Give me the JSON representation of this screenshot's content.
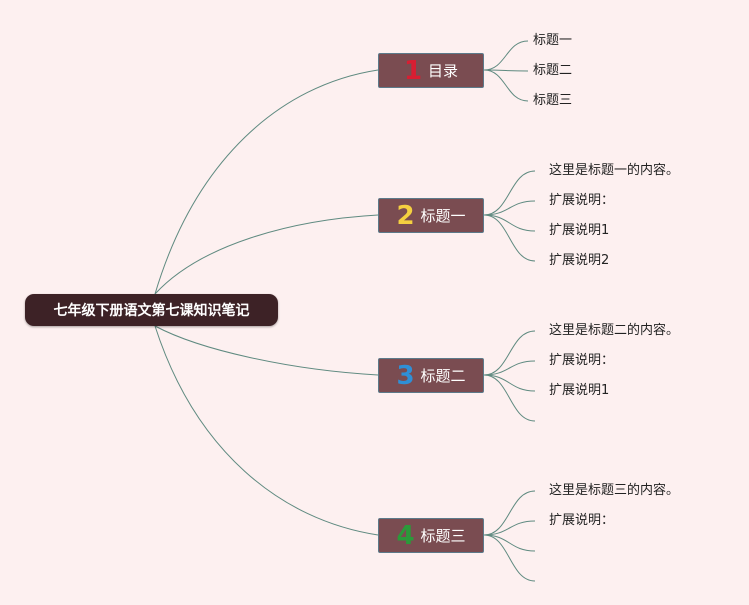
{
  "root": {
    "label": "七年级下册语文第七课知识笔记"
  },
  "branches": [
    {
      "number": "1",
      "number_color": "#d81e32",
      "label": "目录",
      "leaves": [
        "标题一",
        "标题二",
        "标题三"
      ]
    },
    {
      "number": "2",
      "number_color": "#f5d040",
      "label": "标题一",
      "leaves": [
        "这里是标题一的内容。",
        "扩展说明：",
        "扩展说明1",
        "扩展说明2"
      ]
    },
    {
      "number": "3",
      "number_color": "#2f8fd6",
      "label": "标题二",
      "leaves": [
        "这里是标题二的内容。",
        "扩展说明：",
        "扩展说明1",
        ""
      ]
    },
    {
      "number": "4",
      "number_color": "#2b9a3a",
      "label": "标题三",
      "leaves": [
        "这里是标题三的内容。",
        "扩展说明：",
        "",
        ""
      ]
    }
  ],
  "colors": {
    "background": "#fdf0f0",
    "line": "#5f8a80",
    "root_fill": "#3d2226",
    "branch_fill": "#7a4c51"
  }
}
